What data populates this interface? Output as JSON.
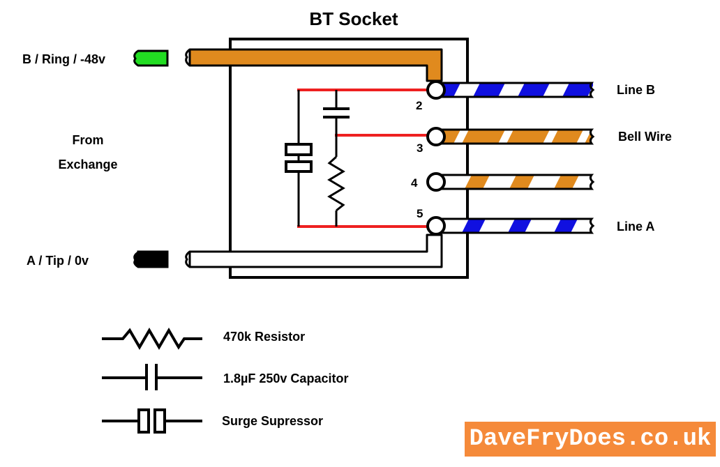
{
  "title": "BT Socket",
  "exchange": {
    "line1": "From",
    "line2": "Exchange",
    "b_wire_label": "B / Ring / -48v",
    "a_wire_label": "A / Tip / 0v"
  },
  "terminals": [
    {
      "number": "2",
      "label": "Line B",
      "stripe_color": "#1010e0"
    },
    {
      "number": "3",
      "label": "Bell Wire",
      "stripe_color": "#e08a1e"
    },
    {
      "number": "4",
      "label": "",
      "stripe_color": "#e08a1e"
    },
    {
      "number": "5",
      "label": "Line A",
      "stripe_color": "#1010e0"
    }
  ],
  "legend": {
    "resistor": "470k Resistor",
    "capacitor": "1.8µF 250v Capacitor",
    "surge": "Surge Supressor"
  },
  "brand": "DaveFryDoes.co.uk",
  "colors": {
    "b_wire": "#e08a1e",
    "b_plug": "#22dd22",
    "a_plug": "#000000",
    "internal_wire": "#ee2020",
    "brand_bg": "#f58a3a"
  }
}
